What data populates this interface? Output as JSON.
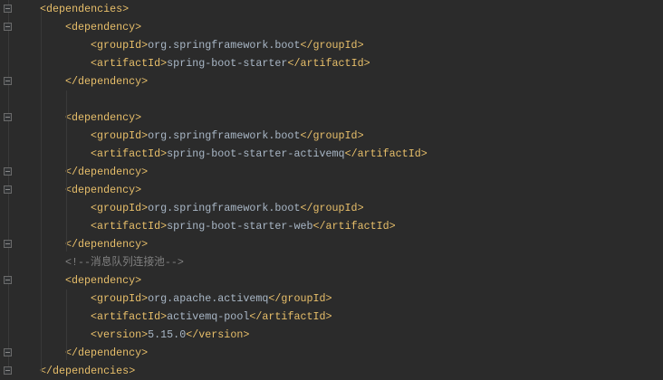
{
  "editor": {
    "lines": [
      {
        "indent": 0,
        "fold": true,
        "segments": [
          {
            "k": "tag",
            "t": "<dependencies>"
          }
        ]
      },
      {
        "indent": 1,
        "fold": true,
        "segments": [
          {
            "k": "tag",
            "t": "<dependency>"
          }
        ]
      },
      {
        "indent": 2,
        "segments": [
          {
            "k": "tag",
            "t": "<groupId>"
          },
          {
            "k": "txt",
            "t": "org.springframework.boot"
          },
          {
            "k": "tag",
            "t": "</groupId>"
          }
        ]
      },
      {
        "indent": 2,
        "segments": [
          {
            "k": "tag",
            "t": "<artifactId>"
          },
          {
            "k": "txt",
            "t": "spring-boot-starter"
          },
          {
            "k": "tag",
            "t": "</artifactId>"
          }
        ]
      },
      {
        "indent": 1,
        "fold": true,
        "segments": [
          {
            "k": "tag",
            "t": "</dependency>"
          }
        ]
      },
      {
        "indent": 0,
        "segments": []
      },
      {
        "indent": 1,
        "fold": true,
        "segments": [
          {
            "k": "tag",
            "t": "<dependency>"
          }
        ]
      },
      {
        "indent": 2,
        "segments": [
          {
            "k": "tag",
            "t": "<groupId>"
          },
          {
            "k": "txt",
            "t": "org.springframework.boot"
          },
          {
            "k": "tag",
            "t": "</groupId>"
          }
        ]
      },
      {
        "indent": 2,
        "segments": [
          {
            "k": "tag",
            "t": "<artifactId>"
          },
          {
            "k": "txt",
            "t": "spring-boot-starter-activemq"
          },
          {
            "k": "tag",
            "t": "</artifactId>"
          }
        ]
      },
      {
        "indent": 1,
        "fold": true,
        "segments": [
          {
            "k": "tag",
            "t": "</dependency>"
          }
        ]
      },
      {
        "indent": 1,
        "fold": true,
        "segments": [
          {
            "k": "tag",
            "t": "<dependency>"
          }
        ]
      },
      {
        "indent": 2,
        "segments": [
          {
            "k": "tag",
            "t": "<groupId>"
          },
          {
            "k": "txt",
            "t": "org.springframework.boot"
          },
          {
            "k": "tag",
            "t": "</groupId>"
          }
        ]
      },
      {
        "indent": 2,
        "segments": [
          {
            "k": "tag",
            "t": "<artifactId>"
          },
          {
            "k": "txt",
            "t": "spring-boot-starter-web"
          },
          {
            "k": "tag",
            "t": "</artifactId>"
          }
        ]
      },
      {
        "indent": 1,
        "fold": true,
        "segments": [
          {
            "k": "tag",
            "t": "</dependency>"
          }
        ]
      },
      {
        "indent": 1,
        "segments": [
          {
            "k": "cmt",
            "t": "<!--消息队列连接池-->"
          }
        ]
      },
      {
        "indent": 1,
        "fold": true,
        "segments": [
          {
            "k": "tag",
            "t": "<dependency>"
          }
        ]
      },
      {
        "indent": 2,
        "segments": [
          {
            "k": "tag",
            "t": "<groupId>"
          },
          {
            "k": "txt",
            "t": "org.apache.activemq"
          },
          {
            "k": "tag",
            "t": "</groupId>"
          }
        ]
      },
      {
        "indent": 2,
        "segments": [
          {
            "k": "tag",
            "t": "<artifactId>"
          },
          {
            "k": "txt",
            "t": "activemq-pool"
          },
          {
            "k": "tag",
            "t": "</artifactId>"
          }
        ]
      },
      {
        "indent": 2,
        "segments": [
          {
            "k": "tag",
            "t": "<version>"
          },
          {
            "k": "txt",
            "t": "5.15.0"
          },
          {
            "k": "tag",
            "t": "</version>"
          }
        ]
      },
      {
        "indent": 1,
        "fold": true,
        "segments": [
          {
            "k": "tag",
            "t": "</dependency>"
          }
        ]
      },
      {
        "indent": 0,
        "fold": true,
        "segments": [
          {
            "k": "tag",
            "t": "</dependencies>"
          }
        ]
      }
    ]
  },
  "colors": {
    "background": "#2b2b2b",
    "tag": "#e8bf6a",
    "text": "#a9b7c6",
    "comment": "#808080"
  }
}
